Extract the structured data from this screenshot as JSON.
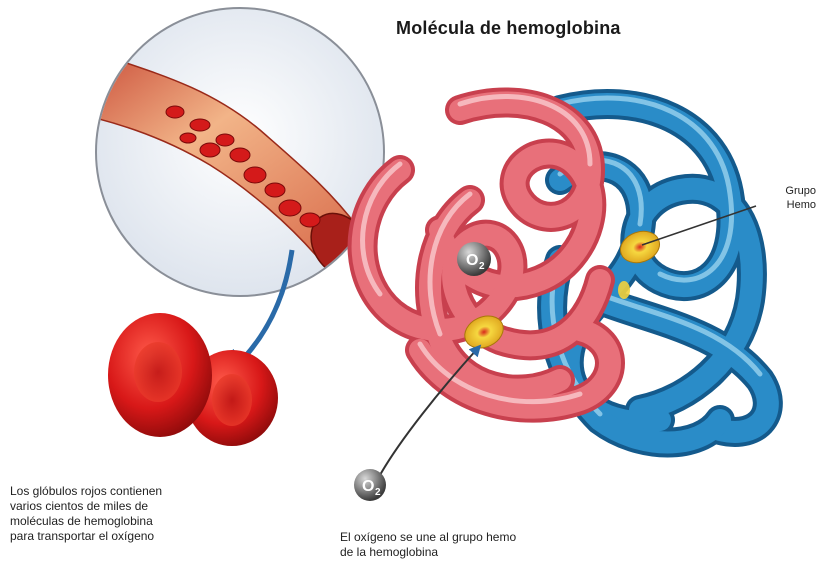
{
  "title": "Molécula de hemoglobina",
  "labels": {
    "heme_group": [
      "Grupo",
      "Hemo"
    ],
    "oxygen_symbol": "O",
    "oxygen_subscript": "2",
    "red_cells_caption": [
      "Los glóbulos rojos contienen",
      "varios cientos de miles de",
      "moléculas de hemoglobina",
      "para transportar el oxígeno"
    ],
    "oxygen_caption": [
      "El oxígeno se une al grupo hemo",
      "de la hemoglobina"
    ]
  },
  "colors": {
    "alpha_chain": "#e8707a",
    "alpha_chain_dark": "#c8404e",
    "beta_chain": "#2a8cc8",
    "beta_chain_dark": "#145a8c",
    "red_cell": "#d81e1e",
    "vessel": "#f0a878",
    "heme": "#f2d23c",
    "arrow": "#2a6aa8"
  }
}
